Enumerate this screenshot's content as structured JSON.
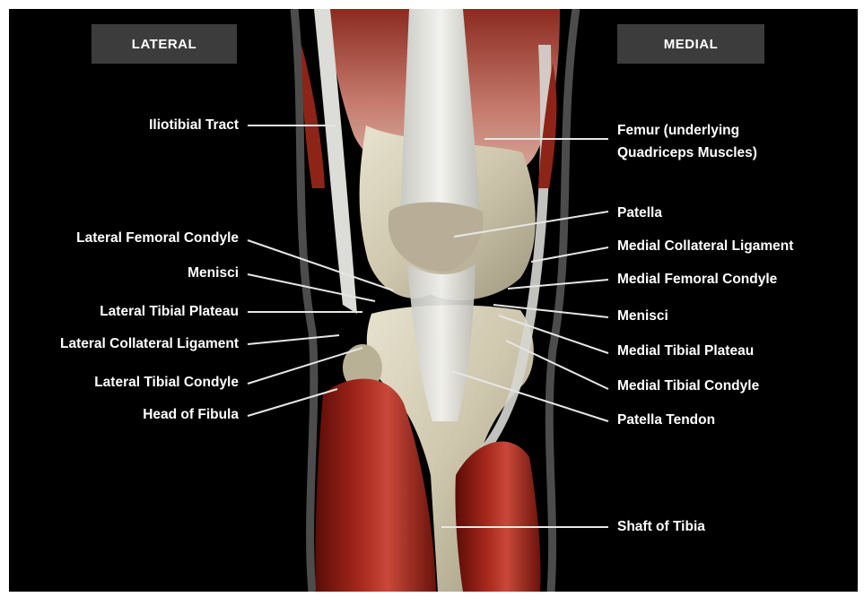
{
  "headers": {
    "left": "LATERAL",
    "right": "MEDIAL"
  },
  "labels_left": [
    "Iliotibial Tract",
    "Lateral Femoral Condyle",
    "Menisci",
    "Lateral Tibial Plateau",
    "Lateral Collateral Ligament",
    "Lateral Tibial Condyle",
    "Head of Fibula"
  ],
  "labels_right": [
    "Femur (underlying",
    "Quadriceps Muscles)",
    "Patella",
    "Medial Collateral Ligament",
    "Medial Femoral Condyle",
    "Menisci",
    "Medial Tibial Plateau",
    "Medial Tibial Condyle",
    "Patella Tendon",
    "Shaft of Tibia"
  ]
}
